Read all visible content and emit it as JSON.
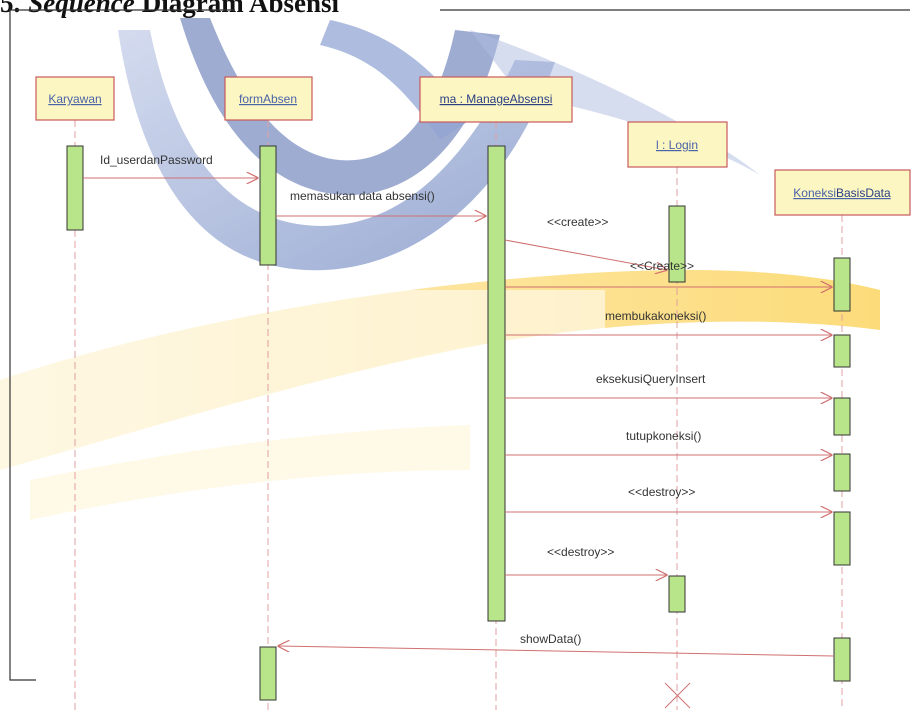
{
  "heading": {
    "number": "5.",
    "italic": "Sequence",
    "rest": "Diagram Absensi"
  },
  "objects": {
    "karyawan": "Karyawan",
    "form_absen": "formAbsen",
    "manage_absensi": "ma : ManageAbsensi",
    "login": "l : Login",
    "koneksi": {
      "part1": "Koneksi",
      "part2": "BasisData"
    }
  },
  "messages": [
    "Id_userdanPassword",
    "memasukan data absensi()",
    "<<create>>",
    "<<Create>>",
    "membukakoneksi()",
    "eksekusiQueryInsert",
    "tutupkoneksi()",
    "<<destroy>>",
    "<<destroy>>",
    "showData()"
  ],
  "colors": {
    "activation_fill": "#b9e58a",
    "head_fill": "#fbf6c2",
    "head_border": "#c85a5a",
    "message_line": "#d07070",
    "lifeline": "#e0a0a0",
    "watermark_blue": "#8aa0cf",
    "watermark_yellow": "#fde39a"
  }
}
